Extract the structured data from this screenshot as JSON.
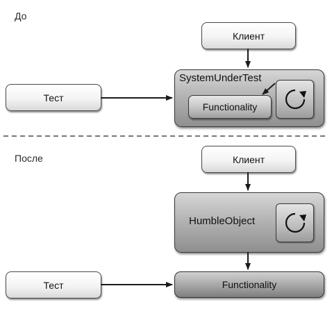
{
  "before": {
    "section_label": "До",
    "client_label": "Клиент",
    "test_label": "Тест",
    "system_label": "SystemUnderTest",
    "functionality_label": "Functionality",
    "cycle_icon": "refresh-cycle-icon"
  },
  "after": {
    "section_label": "После",
    "client_label": "Клиент",
    "humble_label": "HumbleObject",
    "test_label": "Тест",
    "functionality_label": "Functionality",
    "cycle_icon": "refresh-cycle-icon"
  },
  "colors": {
    "line": "#1a1a1a",
    "separator": "#777777",
    "box_light": "#f2f2f2",
    "box_dark": "#a8a8a8"
  }
}
